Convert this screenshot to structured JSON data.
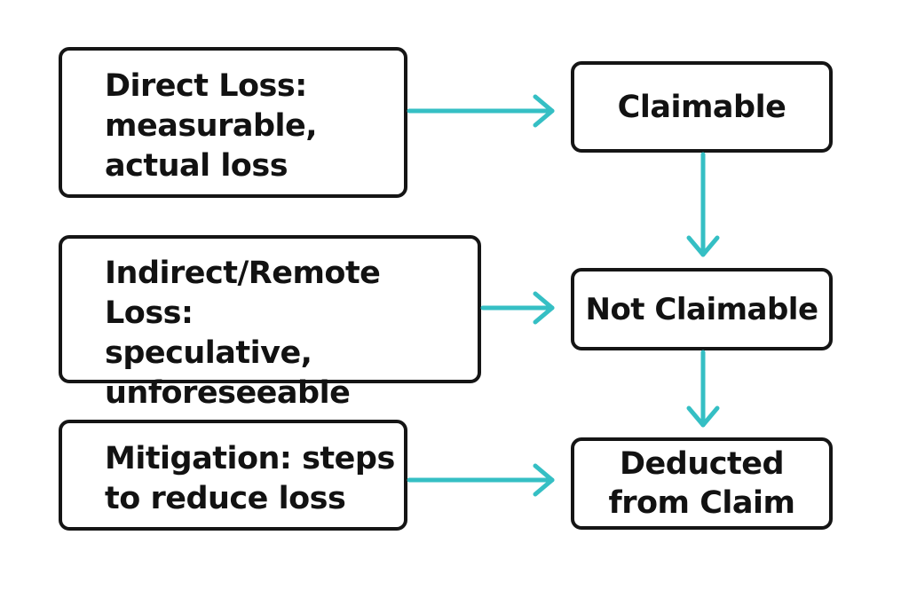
{
  "diagram": {
    "left_boxes": [
      {
        "id": "direct",
        "text": "Direct Loss:\nmeasurable,\nactual loss"
      },
      {
        "id": "indirect",
        "text": "Indirect/Remote Loss:\nspeculative,\nunforeseeable"
      },
      {
        "id": "mitigation",
        "text": "Mitigation: steps\nto reduce loss"
      }
    ],
    "right_boxes": [
      {
        "id": "claimable",
        "text": "Claimable"
      },
      {
        "id": "not_claimable",
        "text": "Not Claimable"
      },
      {
        "id": "deducted",
        "text": "Deducted\nfrom Claim"
      }
    ],
    "connections": [
      {
        "from": "direct",
        "to": "claimable"
      },
      {
        "from": "indirect",
        "to": "not_claimable"
      },
      {
        "from": "mitigation",
        "to": "deducted"
      },
      {
        "from": "claimable",
        "to": "not_claimable"
      },
      {
        "from": "not_claimable",
        "to": "deducted"
      }
    ],
    "colors": {
      "arrow": "#35bfc4",
      "box_border": "#151515",
      "text": "#121212",
      "background": "#ffffff"
    }
  }
}
